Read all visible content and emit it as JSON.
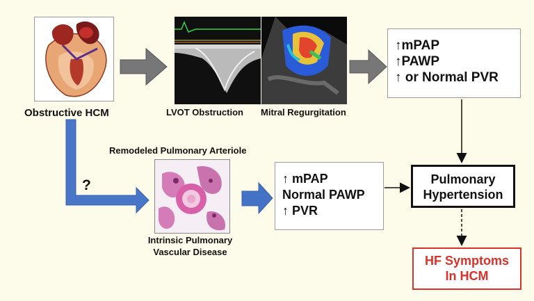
{
  "labels": {
    "obstructive_hcm": "Obstructive HCM",
    "lvot_obstruction": "LVOT Obstruction",
    "mitral_regurgitation": "Mitral Regurgitation",
    "remodeled_arteriole": "Remodeled Pulmonary Arteriole",
    "question_mark": "?",
    "intrinsic_line1": "Intrinsic Pulmonary",
    "intrinsic_line2": "Vascular Disease"
  },
  "box_top": {
    "line1": "↑mPAP",
    "line2": "↑PAWP",
    "line3": "↑ or Normal PVR"
  },
  "box_mid": {
    "line1": "↑ mPAP",
    "line2": "Normal PAWP",
    "line3": "↑ PVR"
  },
  "box_ph": {
    "line1": "Pulmonary",
    "line2": "Hypertension"
  },
  "box_hf": {
    "line1": "HF Symptoms",
    "line2": "In HCM"
  },
  "colors": {
    "background": "#fdfbea",
    "gray_arrow": "#7a7a7a",
    "blue_arrow": "#4472c4",
    "hf_red": "#d9322a",
    "histology_pink": "#c44b9c"
  },
  "icons": [
    "heart-illustration",
    "doppler-echo-image",
    "color-doppler-echo-image",
    "histology-image"
  ]
}
